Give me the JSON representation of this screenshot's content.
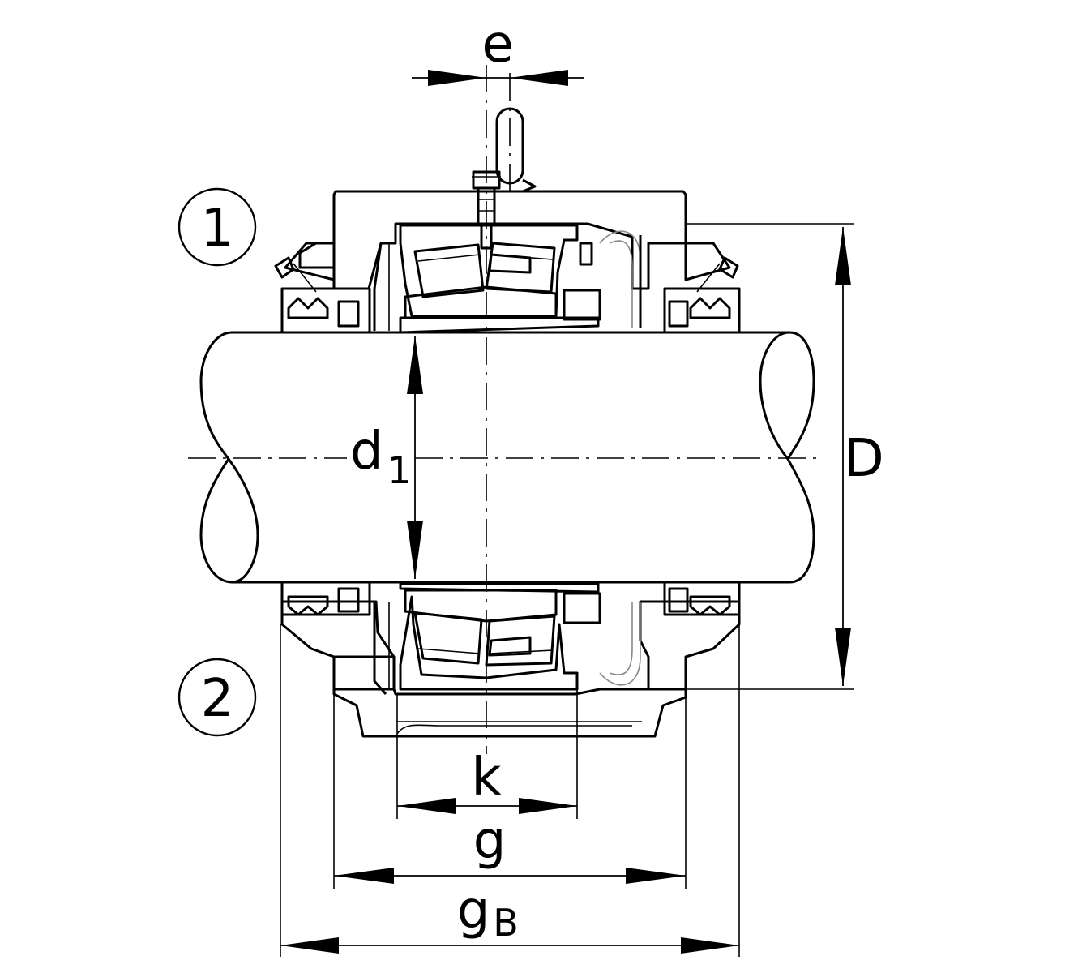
{
  "labels": {
    "e": "e",
    "d1_main": "d",
    "d1_sub": "1",
    "D": "D",
    "k": "k",
    "g": "g",
    "gB_main": "g",
    "gB_sub": "B"
  },
  "callouts": [
    {
      "id": "callout-1",
      "text": "1"
    },
    {
      "id": "callout-2",
      "text": "2"
    }
  ]
}
